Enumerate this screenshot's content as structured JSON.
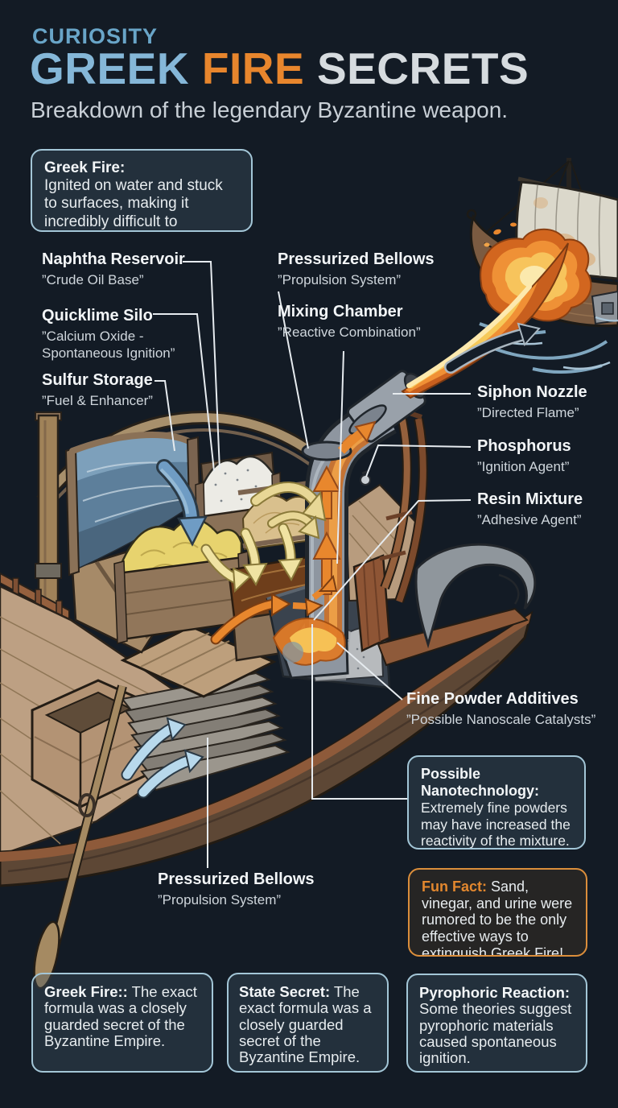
{
  "header": {
    "kicker": "CURIOSITY",
    "title_greek": "GREEK",
    "title_fire": "FIRE",
    "title_secrets": "SECRETS",
    "subtitle": "Breakdown of the legendary Byzantine weapon."
  },
  "colors": {
    "background": "#131b25",
    "accent_blue": "#85b7d8",
    "accent_orange": "#e8862d",
    "text_light": "#e7ecef",
    "panel_border_blue": "#a3c6d7",
    "panel_border_orange": "#db8e3b",
    "leader_line": "#e6ebef",
    "flame_orange": "#f09035",
    "naphtha_blue": "#5d7f9b",
    "sulfur_yellow": "#e7d36e"
  },
  "intro_box": {
    "title": "Greek Fire:",
    "body": "Ignited on water and stuck to surfaces, making it incredibly difficult to extinguish.”"
  },
  "labels": {
    "naphtha_reservoir": {
      "title": "Naphtha Reservoir",
      "subtitle": "”Crude Oil Base”"
    },
    "quicklime_silo": {
      "title": "Quicklime Silo",
      "subtitle": "”Calcium Oxide - Spontaneous Ignition”"
    },
    "sulfur_storage": {
      "title": "Sulfur Storage",
      "subtitle": "”Fuel & Enhancer”"
    },
    "pressurized_bellows_top": {
      "title": "Pressurized Bellows",
      "subtitle": "”Propulsion System”"
    },
    "mixing_chamber": {
      "title": "Mixing Chamber",
      "subtitle": "”Reactive Combination”"
    },
    "siphon_nozzle": {
      "title": "Siphon Nozzle",
      "subtitle": "”Directed Flame”"
    },
    "phosphorus": {
      "title": "Phosphorus",
      "subtitle": "”Ignition Agent”"
    },
    "resin_mixture": {
      "title": "Resin Mixture",
      "subtitle": "”Adhesive Agent”"
    },
    "fine_powder_additives": {
      "title": "Fine Powder Additives",
      "subtitle": "”Possible Nanoscale Catalysts”"
    },
    "pressurized_bellows_bottom": {
      "title": "Pressurized Bellows",
      "subtitle": "”Propulsion System”"
    }
  },
  "nanotech_box": {
    "title": "Possible Nanotechnology:",
    "body": "Extremely fine powders may have increased the reactivity of the mixture."
  },
  "fun_fact_box": {
    "title": "Fun Fact:",
    "body": "Sand, vinegar, and urine were rumored to be the only effective ways to extinguish Greek Fire!"
  },
  "bottom_boxes": {
    "greek_fire": {
      "title": "Greek Fire::",
      "body": "The exact formula was a closely guarded secret of the Byzantine Empire."
    },
    "state_secret": {
      "title": "State Secret:",
      "body": "The exact formula was a closely guarded secret of the Byzantine Empire."
    },
    "pyrophoric_reaction": {
      "title": "Pyrophoric Reaction:",
      "body": "Some theories suggest pyrophoric materials caused spontaneous ignition."
    }
  }
}
